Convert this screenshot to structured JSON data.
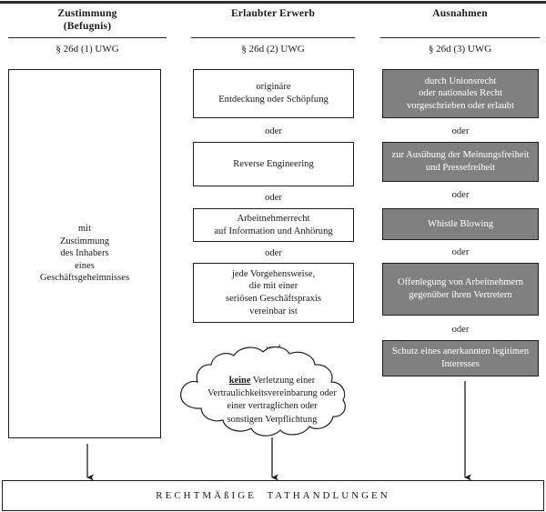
{
  "diagram": {
    "top_rule": true,
    "columns": [
      {
        "id": "zustimmung",
        "title_line1": "Zustimmung",
        "title_line2": "(Befugnis)",
        "subtitle": "§ 26d (1) UWG",
        "items": [
          {
            "style": "white",
            "lines": [
              "mit",
              "Zustimmung",
              "des Inhabers",
              "eines",
              "Geschäftsgeheimnisses"
            ]
          }
        ],
        "connectors": []
      },
      {
        "id": "erlaubter-erwerb",
        "title_line1": "Erlaubter Erwerb",
        "title_line2": "",
        "subtitle": "§ 26d (2) UWG",
        "items": [
          {
            "style": "white",
            "lines": [
              "originäre",
              "Entdeckung oder Schöpfung"
            ]
          },
          {
            "style": "white",
            "lines": [
              "Reverse Engineering"
            ]
          },
          {
            "style": "white",
            "lines": [
              "Arbeitnehmerrecht",
              "auf Information und Anhörung"
            ]
          },
          {
            "style": "white",
            "lines": [
              "jede Vorgehensweise,",
              "die mit einer",
              "seriösen Geschäftspraxis",
              "vereinbar ist"
            ]
          }
        ],
        "connectors": [
          "oder",
          "oder",
          "oder",
          "und"
        ],
        "cloud": {
          "keyword": "keine",
          "line1_rest": " Verletzung einer",
          "lines": [
            "Vertraulichkeitsvereinbarung oder",
            "einer vertraglichen oder",
            "sonstigen Verpflichtung"
          ]
        }
      },
      {
        "id": "ausnahmen",
        "title_line1": "Ausnahmen",
        "title_line2": "",
        "subtitle": "§ 26d (3) UWG",
        "items": [
          {
            "style": "gray",
            "lines": [
              "durch Unionsrecht",
              "oder nationales Recht",
              "vorgeschrieben oder erlaubt"
            ]
          },
          {
            "style": "gray",
            "lines": [
              "zur Ausübung der Meinungsfreiheit",
              "und Pressefreiheit"
            ]
          },
          {
            "style": "gray",
            "lines": [
              "Whistle Blowing"
            ]
          },
          {
            "style": "gray",
            "lines": [
              "Offenlegung von Arbeitnehmern",
              "gegenüber ihren Vertretern"
            ]
          },
          {
            "style": "gray",
            "lines": [
              "Schutz eines anerkannten legitimen",
              "Interesses"
            ]
          }
        ],
        "connectors": [
          "oder",
          "oder",
          "oder",
          "oder"
        ]
      }
    ],
    "result": {
      "label": "RECHTMÄßIGE TATHANDLUNGEN"
    },
    "colors": {
      "gray_fill": "#808080",
      "border": "#1d1d1d",
      "text": "#1a1a1a",
      "gray_text": "#ffffff"
    }
  }
}
